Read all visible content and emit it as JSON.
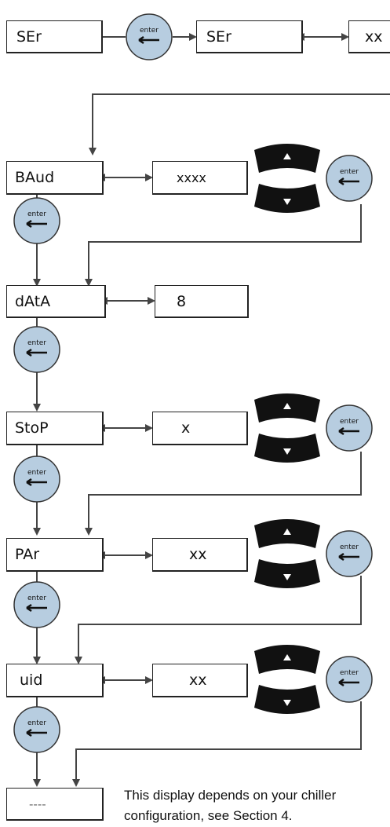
{
  "diagram": {
    "colors": {
      "line": "#444444",
      "enter_button_fill": "#b7cde0",
      "arrow_pad_fill": "#111111"
    },
    "top_row": {
      "ser_label": "SEr",
      "ser_label_2": "SEr",
      "value_partial": "xx"
    },
    "params": [
      {
        "label": "BAud",
        "value": "xxxx",
        "has_arrows": true
      },
      {
        "label": "dAtA",
        "value": "8",
        "has_arrows": false
      },
      {
        "label": "StoP",
        "value": "x",
        "has_arrows": true
      },
      {
        "label": "PAr",
        "value": "xx",
        "has_arrows": true
      },
      {
        "label": "uid",
        "value": "xx",
        "has_arrows": true
      }
    ],
    "enter_button_label": "enter",
    "final_display": "----",
    "note": {
      "line1": "This display depends on your chiller",
      "line2": "configuration, see Section 4."
    },
    "icons": {
      "enter": "enter-button-icon",
      "arrows": "up-down-arrow-pad-icon"
    }
  }
}
